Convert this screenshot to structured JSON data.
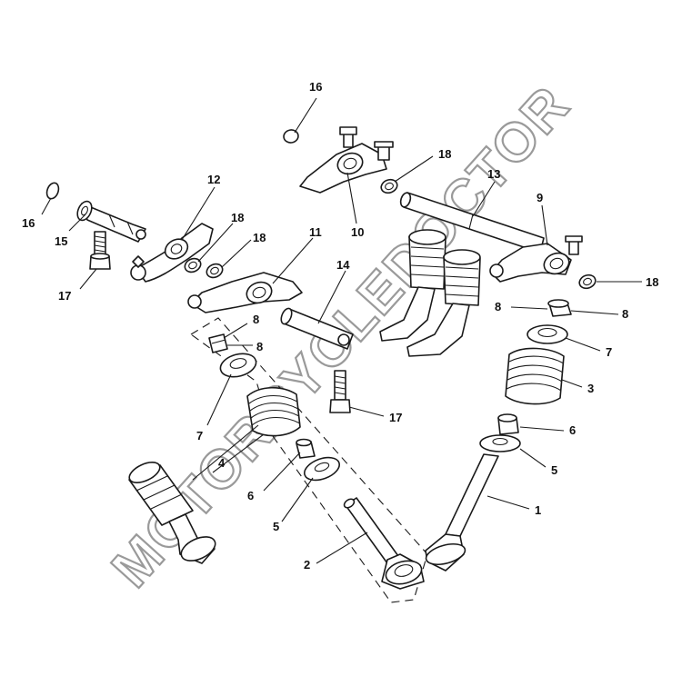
{
  "watermark": "MOTORCYCLEDOCTOR",
  "callouts": {
    "c16a": "16",
    "c16b": "16",
    "c18a": "18",
    "c12": "12",
    "c13": "13",
    "c9": "9",
    "c15": "15",
    "c10": "10",
    "c18b": "18",
    "c18c": "18",
    "c11": "11",
    "c18d": "18",
    "c17a": "17",
    "c14": "14",
    "c8a": "8",
    "c8b": "8",
    "c8c": "8",
    "c8d": "8",
    "c7a": "7",
    "c7b": "7",
    "c3": "3",
    "c17b": "17",
    "c4": "4",
    "c6a": "6",
    "c6b": "6",
    "c5a": "5",
    "c5b": "5",
    "c1": "1",
    "c2": "2"
  },
  "colors": {
    "line": "#1a1a1a",
    "watermark_outline": "#9a9a9a",
    "background": "#ffffff"
  }
}
